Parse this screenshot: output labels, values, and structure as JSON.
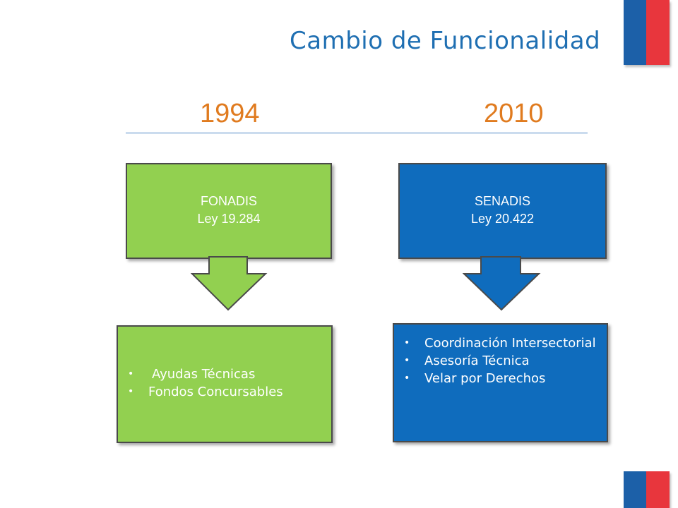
{
  "title": "Cambio de Funcionalidad",
  "years": {
    "left": "1994",
    "right": "2010"
  },
  "left": {
    "box": {
      "name": "FONADIS",
      "law": "Ley 19.284"
    },
    "functions": [
      "Ayudas Técnicas",
      "Fondos Concursables"
    ]
  },
  "right": {
    "box": {
      "name": "SENADIS",
      "law": "Ley 20.422"
    },
    "functions": [
      "Coordinación Intersectorial",
      "Asesoría Técnica",
      "Velar por Derechos"
    ]
  },
  "colors": {
    "title": "#1f6fb2",
    "year": "#e07b1f",
    "green": "#92d050",
    "blue": "#0f6cbd",
    "flag_blue": "#1c60a8",
    "flag_red": "#e8363d"
  }
}
